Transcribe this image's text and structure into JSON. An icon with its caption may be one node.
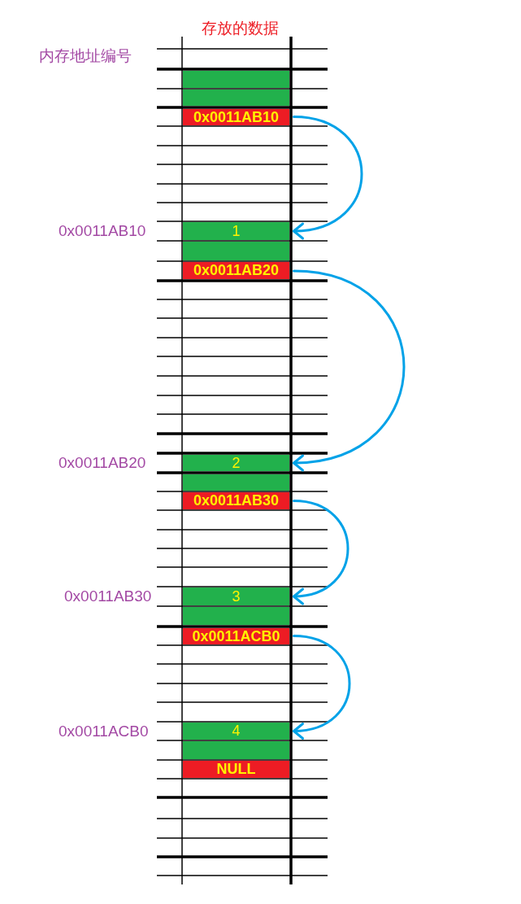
{
  "diagram": {
    "nodes": [
      {
        "text": [],
        "shape": "box"
      },
      {
        "text": [],
        "shape": "box"
      },
      {
        "text": [
          "0x0011AB10"
        ]
      },
      {
        "text": [
          "1"
        ],
        "beside": [
          "0x0011AB10"
        ]
      },
      {
        "text": [],
        "shape": "box"
      },
      {
        "text": [
          "0x0011AB20"
        ]
      },
      {
        "text": [
          "2"
        ],
        "beside": [
          "0x0011AB20"
        ]
      },
      {
        "text": [],
        "shape": "box"
      },
      {
        "text": [
          "0x0011AB30"
        ]
      },
      {
        "text": [
          "3"
        ],
        "beside": [
          "0x0011AB30"
        ]
      },
      {
        "text": [],
        "shape": "box"
      },
      {
        "text": [
          "0x0011ACB0"
        ]
      },
      {
        "text": [
          "4"
        ],
        "beside": [
          "0x0011ACB0"
        ]
      },
      {
        "text": [],
        "shape": "box"
      },
      {
        "text": [
          "NULL"
        ]
      }
    ],
    "edges": [
      {
        "from": 2,
        "to": 3,
        "arrow": "to"
      },
      {
        "from": 5,
        "to": 6,
        "arrow": "to"
      },
      {
        "from": 8,
        "to": 9,
        "arrow": "to"
      },
      {
        "from": 11,
        "to": 12,
        "arrow": "to"
      }
    ],
    "labels": [
      "存放的数据",
      "内存地址编号"
    ]
  }
}
